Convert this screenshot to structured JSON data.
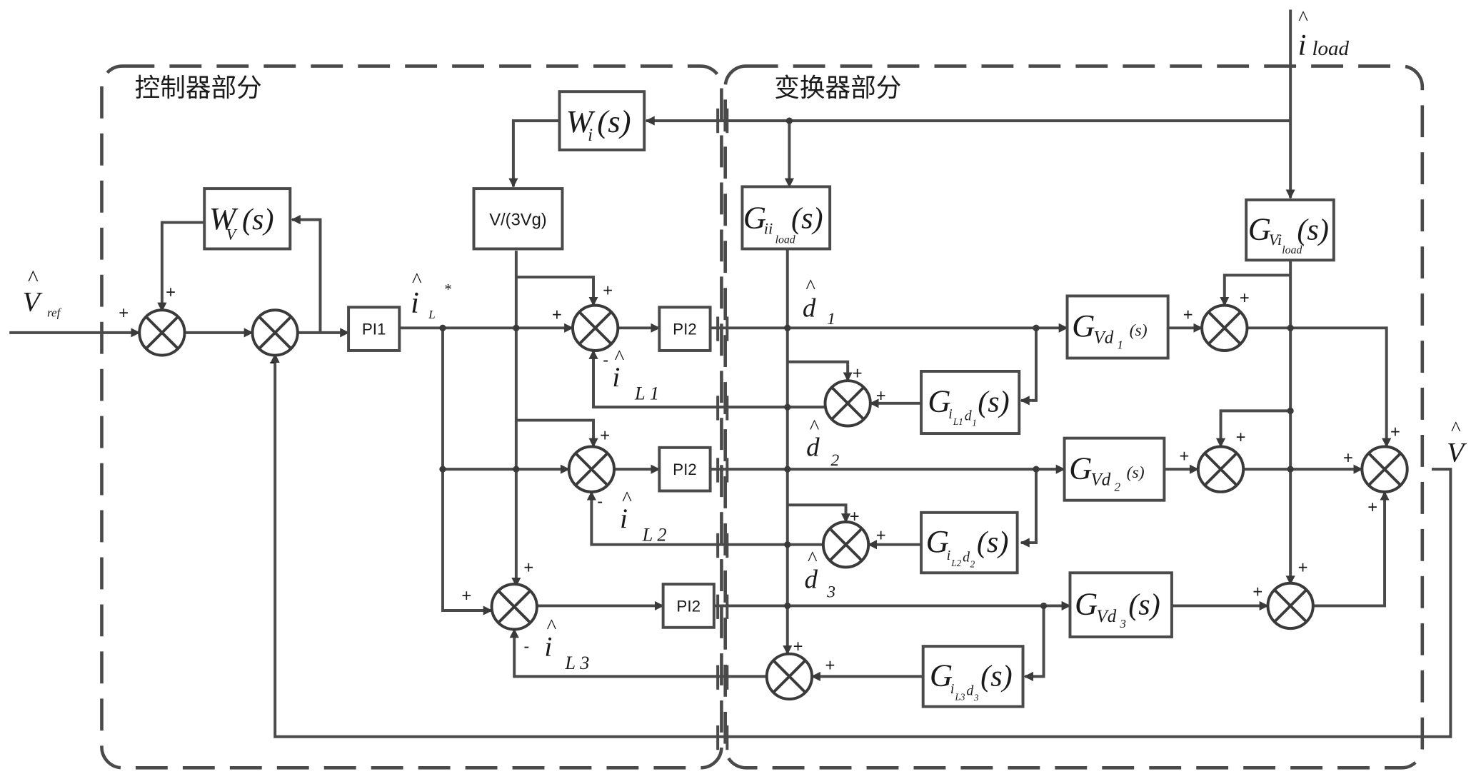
{
  "regions": {
    "controller_label": "控制器部分",
    "converter_label": "变换器部分"
  },
  "signals": {
    "v_ref": {
      "base": "V",
      "sub": "ref"
    },
    "i_load": {
      "base": "i",
      "sub": "load"
    },
    "v_out": {
      "base": "V"
    },
    "i_l_star": {
      "base": "i",
      "sub": "L",
      "sup": "*"
    },
    "i_l1": {
      "base": "i",
      "sub": "L 1"
    },
    "i_l2": {
      "base": "i",
      "sub": "L 2"
    },
    "i_l3": {
      "base": "i",
      "sub": "L 3"
    },
    "d1": {
      "base": "d",
      "sub": "1"
    },
    "d2": {
      "base": "d",
      "sub": "2"
    },
    "d3": {
      "base": "d",
      "sub": "3"
    }
  },
  "blocks": {
    "wi": {
      "main": "W",
      "sub": "i",
      "arg": "(s)"
    },
    "wv": {
      "main": "W",
      "sub": "V",
      "arg": "(s)"
    },
    "v3vg": {
      "label": "V/(3Vg)"
    },
    "pi1": {
      "label": "PI1"
    },
    "pi2_1": {
      "label": "PI2"
    },
    "pi2_2": {
      "label": "PI2"
    },
    "pi2_3": {
      "label": "PI2"
    },
    "g_iiload": {
      "main": "G",
      "sub": "ii",
      "subsub": "load",
      "arg": "(s)"
    },
    "g_viload": {
      "main": "G",
      "sub": "Vi",
      "subsub": "load",
      "arg": "(s)"
    },
    "g_vd1": {
      "main": "G",
      "sub": "Vd",
      "subsub": "1",
      "arg": "(s)"
    },
    "g_vd2": {
      "main": "G",
      "sub": "Vd",
      "subsub": "2",
      "arg": "(s)"
    },
    "g_vd3": {
      "main": "G",
      "sub": "Vd",
      "subsub": "3",
      "arg": "(s)"
    },
    "g_il1d1": {
      "main": "G",
      "sub": "i",
      "subsub": "L1",
      "sub2": "d",
      "subsub2": "1",
      "arg": "(s)"
    },
    "g_il2d2": {
      "main": "G",
      "sub": "i",
      "subsub": "L2",
      "sub2": "d",
      "subsub2": "2",
      "arg": "(s)"
    },
    "g_il3d3": {
      "main": "G",
      "sub": "i",
      "subsub": "L3",
      "sub2": "d",
      "subsub2": "3",
      "arg": "(s)"
    }
  },
  "signs": {
    "plus": "+",
    "minus": "-"
  }
}
